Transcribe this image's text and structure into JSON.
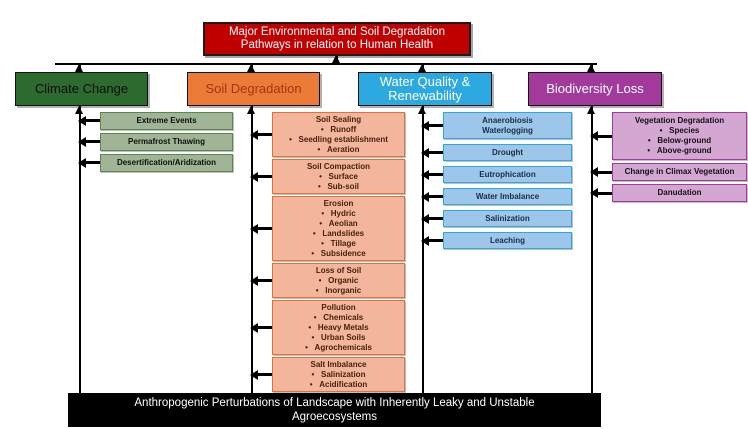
{
  "title": {
    "text": "Major Environmental and Soil Degradation Pathways in relation to Human Health",
    "bg": "#C00000",
    "text_color": "#FFFFFF"
  },
  "footer": {
    "text": "Anthropogenic Perturbations of Landscape with Inherently Leaky and Unstable Agroecosystems",
    "bg": "#000000",
    "text_color": "#FFFFFF"
  },
  "line_color": "#000000",
  "columns": [
    {
      "id": "climate-change",
      "label": "Climate Change",
      "colors": {
        "header_bg": "#2D6A2F",
        "header_text": "#0D0D0D",
        "item_bg": "#A0B596",
        "item_border": "#5D8550",
        "item_text": "#0D0D0D"
      },
      "items": [
        {
          "title": "Extreme Events",
          "bullets": []
        },
        {
          "title": "Permafrost Thawing",
          "bullets": []
        },
        {
          "title": "Desertification/Aridization",
          "bullets": []
        }
      ]
    },
    {
      "id": "soil-degradation",
      "label": "Soil Degradation",
      "colors": {
        "header_bg": "#EB7B36",
        "header_text": "#A13517",
        "item_bg": "#F3B59C",
        "item_border": "#E2703A",
        "item_text": "#46210C"
      },
      "items": [
        {
          "title": "Soil Sealing",
          "bullets": [
            "Runoff",
            "Seedling establishment",
            "Aeration"
          ]
        },
        {
          "title": "Soil Compaction",
          "bullets": [
            "Surface",
            "Sub-soil"
          ]
        },
        {
          "title": "Erosion",
          "bullets": [
            "Hydric",
            "Aeolian",
            "Landslides",
            "Tillage",
            "Subsidence"
          ]
        },
        {
          "title": "Loss of Soil",
          "bullets": [
            "Organic",
            "Inorganic"
          ]
        },
        {
          "title": "Pollution",
          "bullets": [
            "Chemicals",
            "Heavy Metals",
            "Urban Soils",
            "Agrochemicals"
          ]
        },
        {
          "title": "Salt Imbalance",
          "bullets": [
            "Salinization",
            "Acidification"
          ]
        }
      ]
    },
    {
      "id": "water-quality-renewability",
      "label": "Water Quality & Renewability",
      "colors": {
        "header_bg": "#2BA9E0",
        "header_text": "#FFFFFF",
        "item_bg": "#9CC7EA",
        "item_border": "#2BA9E0",
        "item_text": "#1C2B45"
      },
      "items": [
        {
          "title": "Anaerobiosis\nWaterlogging",
          "bullets": []
        },
        {
          "title": "Drought",
          "bullets": []
        },
        {
          "title": "Eutrophication",
          "bullets": []
        },
        {
          "title": "Water Imbalance",
          "bullets": []
        },
        {
          "title": "Salinization",
          "bullets": []
        },
        {
          "title": "Leaching",
          "bullets": []
        }
      ]
    },
    {
      "id": "biodiversity-loss",
      "label": "Biodiversity Loss",
      "colors": {
        "header_bg": "#A23A9C",
        "header_text": "#FFFFFF",
        "item_bg": "#D4A7D3",
        "item_border": "#A23A9C",
        "item_text": "#111111"
      },
      "items": [
        {
          "title": "Vegetation Degradation",
          "bullets": [
            "Species",
            "Below-ground",
            "Above-ground"
          ]
        },
        {
          "title": "Change in Climax Vegetation",
          "bullets": []
        },
        {
          "title": "Danudation",
          "bullets": []
        }
      ]
    }
  ]
}
